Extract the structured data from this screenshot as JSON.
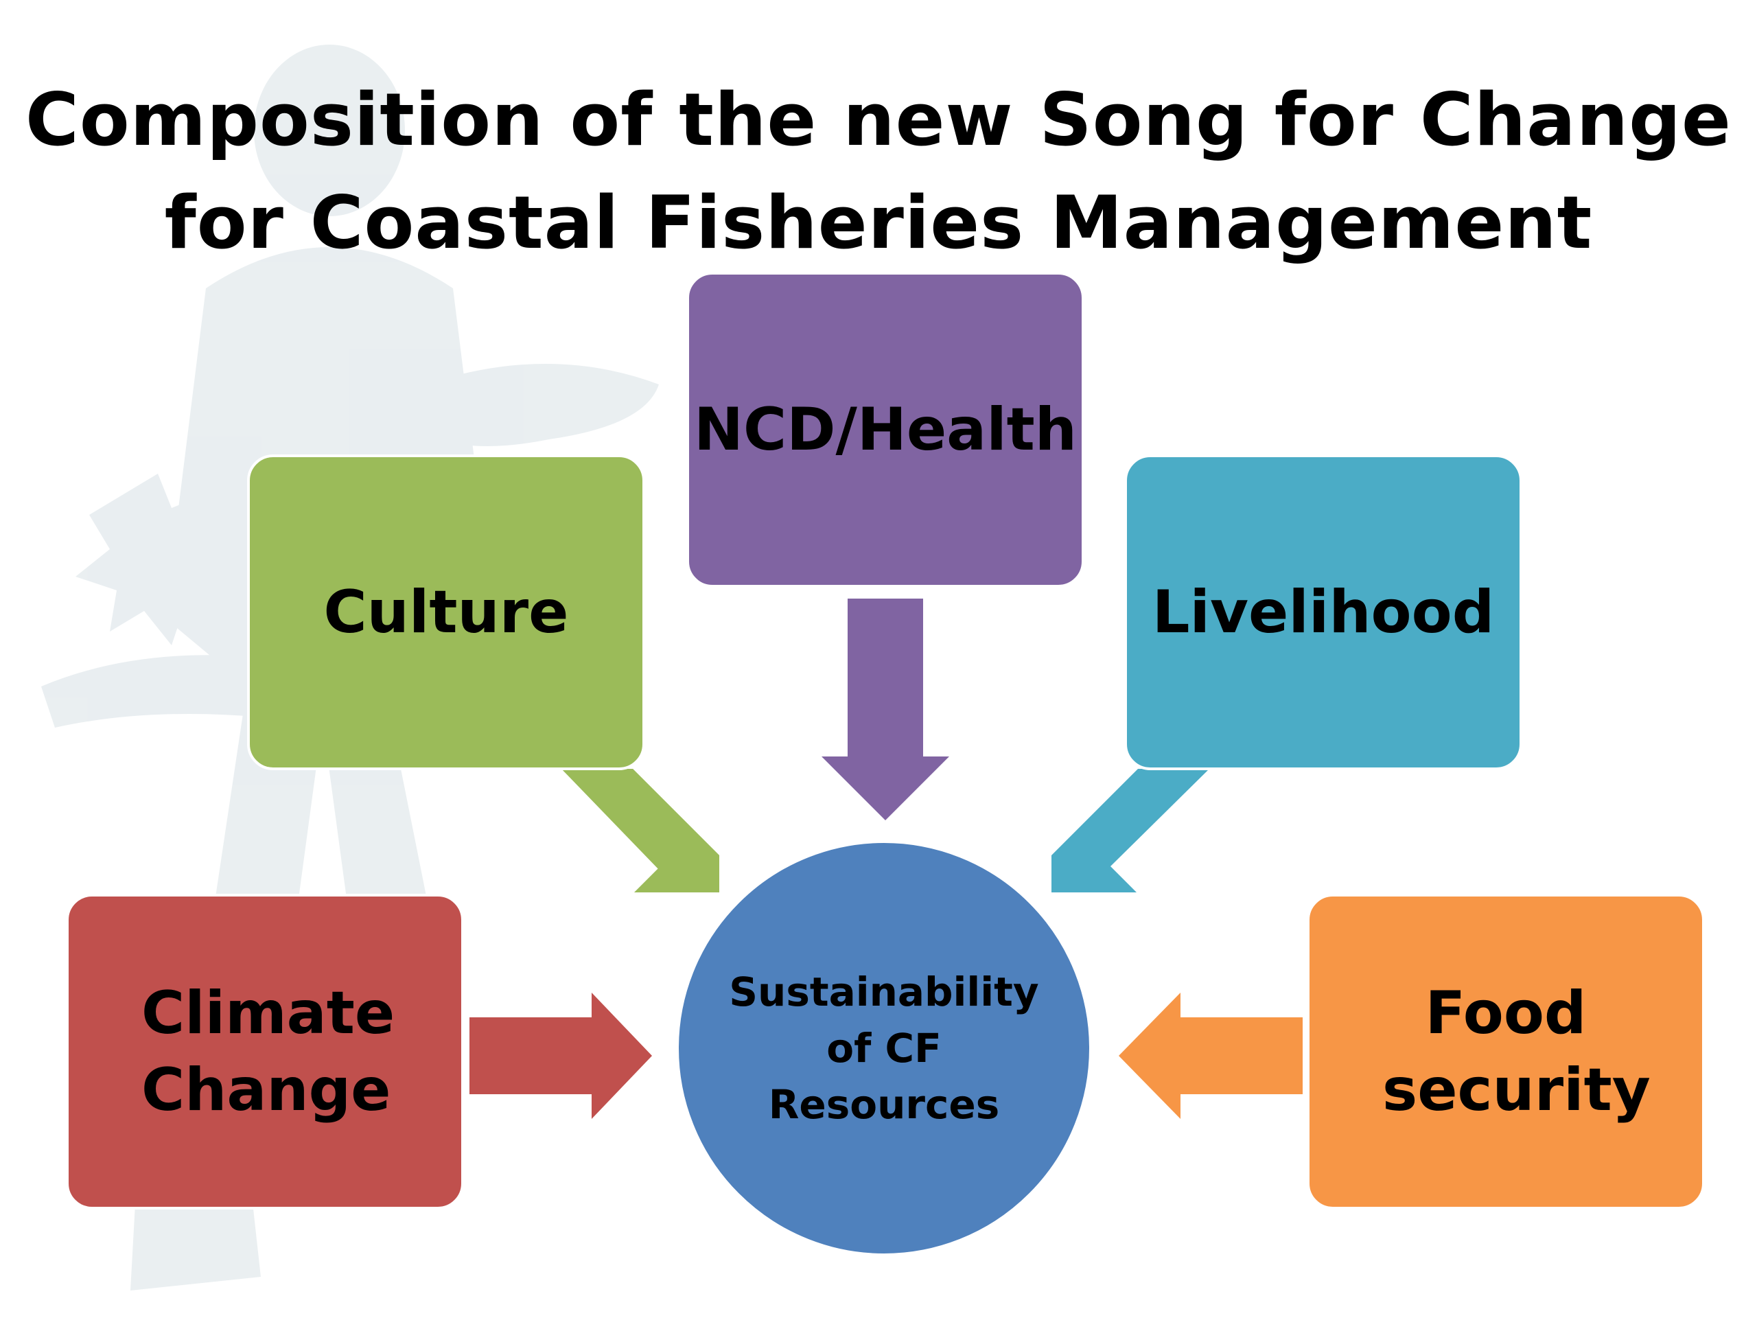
{
  "title": {
    "line1": "Composition of the new Song for Change",
    "line2": "for Coastal Fisheries Management"
  },
  "center": {
    "label": "Sustainability\nof CF\nResources",
    "color": "#4f81bd"
  },
  "boxes": {
    "ncd_health": {
      "label": "NCD/Health",
      "color": "#8064a2"
    },
    "culture": {
      "label": "Culture",
      "color": "#9bbb59"
    },
    "livelihood": {
      "label": "Livelihood",
      "color": "#4bacc6"
    },
    "climate_change": {
      "label": "Climate Change",
      "color": "#c0504d"
    },
    "food_security": {
      "label": "Food security",
      "color": "#f79646"
    }
  }
}
